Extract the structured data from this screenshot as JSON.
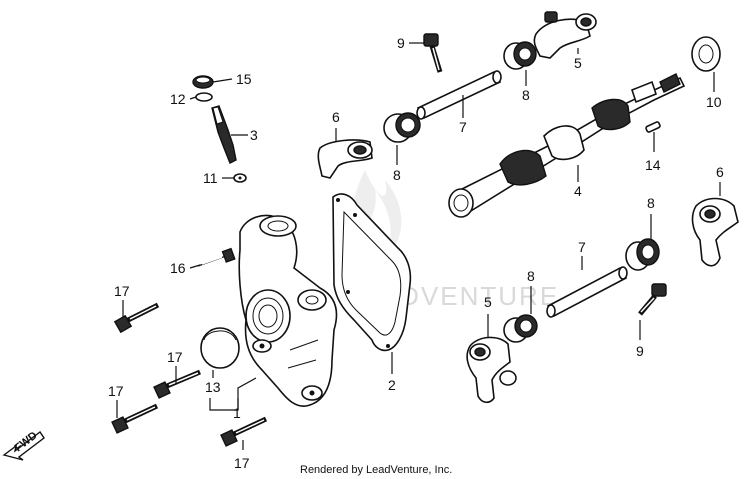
{
  "footer": {
    "credit": "Rendered by LeadVenture, Inc."
  },
  "watermark": {
    "text": "LEADVENTURE"
  },
  "direction": {
    "label": "FWD"
  },
  "callouts": [
    {
      "id": "c1",
      "text": "1"
    },
    {
      "id": "c2",
      "text": "2"
    },
    {
      "id": "c3",
      "text": "3"
    },
    {
      "id": "c4",
      "text": "4"
    },
    {
      "id": "c5a",
      "text": "5"
    },
    {
      "id": "c5b",
      "text": "5"
    },
    {
      "id": "c6a",
      "text": "6"
    },
    {
      "id": "c6b",
      "text": "6"
    },
    {
      "id": "c7a",
      "text": "7"
    },
    {
      "id": "c7b",
      "text": "7"
    },
    {
      "id": "c8a",
      "text": "8"
    },
    {
      "id": "c8b",
      "text": "8"
    },
    {
      "id": "c8c",
      "text": "8"
    },
    {
      "id": "c8d",
      "text": "8"
    },
    {
      "id": "c9a",
      "text": "9"
    },
    {
      "id": "c9b",
      "text": "9"
    },
    {
      "id": "c10",
      "text": "10"
    },
    {
      "id": "c11",
      "text": "11"
    },
    {
      "id": "c12",
      "text": "12"
    },
    {
      "id": "c13",
      "text": "13"
    },
    {
      "id": "c14",
      "text": "14"
    },
    {
      "id": "c15",
      "text": "15"
    },
    {
      "id": "c16",
      "text": "16"
    },
    {
      "id": "c17a",
      "text": "17"
    },
    {
      "id": "c17b",
      "text": "17"
    },
    {
      "id": "c17c",
      "text": "17"
    },
    {
      "id": "c17d",
      "text": "17"
    }
  ]
}
